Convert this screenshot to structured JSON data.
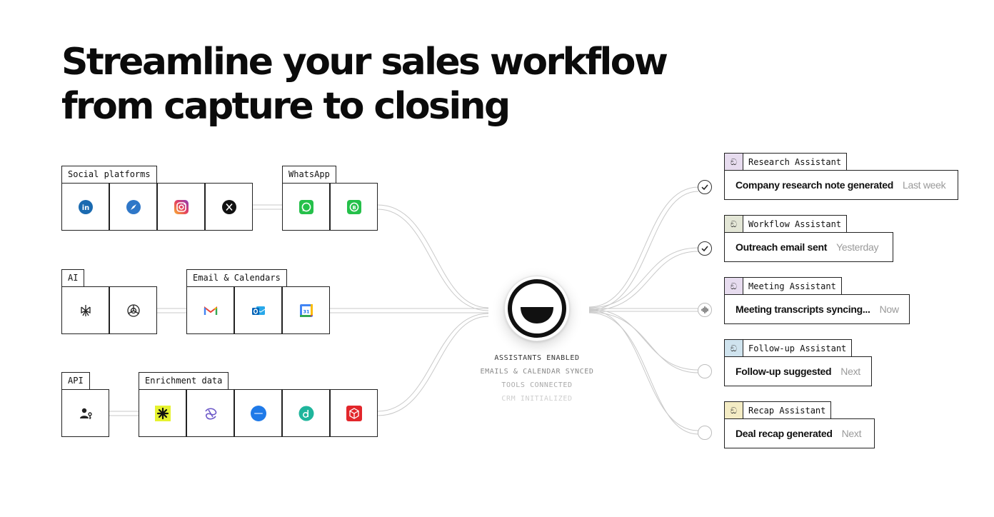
{
  "headline": {
    "line1": "Streamline your sales workflow",
    "line2": "from capture to closing"
  },
  "sources": {
    "social": {
      "label": "Social platforms",
      "icons": [
        "linkedin-icon",
        "safari-compass-icon",
        "instagram-icon",
        "x-icon"
      ]
    },
    "whatsapp": {
      "label": "WhatsApp",
      "icons": [
        "whatsapp-icon",
        "whatsapp-business-icon"
      ]
    },
    "ai": {
      "label": "AI",
      "icons": [
        "perplexity-icon",
        "openai-icon"
      ]
    },
    "email": {
      "label": "Email & Calendars",
      "icons": [
        "gmail-icon",
        "outlook-icon",
        "google-calendar-icon"
      ]
    },
    "api": {
      "label": "API",
      "icons": [
        "user-key-icon"
      ]
    },
    "enrichment": {
      "label": "Enrichment data",
      "icons": [
        "asterisk-logo-icon",
        "knot-logo-icon",
        "blue-circle-logo-icon",
        "teal-d-logo-icon",
        "red-cube-logo-icon"
      ]
    }
  },
  "calendar_day": "31",
  "hub": {
    "status": [
      "ASSISTANTS ENABLED",
      "EMAILS & CALENDAR SYNCED",
      "TOOLS CONNECTED",
      "CRM INITIALIZED"
    ]
  },
  "assistants": [
    {
      "name": "Research Assistant",
      "message": "Company research note generated",
      "when": "Last week",
      "tag_color": "#e7dcef",
      "state": "done"
    },
    {
      "name": "Workflow Assistant",
      "message": "Outreach email sent",
      "when": "Yesterday",
      "tag_color": "#e3e6d6",
      "state": "done"
    },
    {
      "name": "Meeting Assistant",
      "message": "Meeting transcripts syncing...",
      "when": "Now",
      "tag_color": "#e7dcef",
      "state": "active"
    },
    {
      "name": "Follow-up Assistant",
      "message": "Follow-up suggested",
      "when": "Next",
      "tag_color": "#cfe3ee",
      "state": "pending"
    },
    {
      "name": "Recap Assistant",
      "message": "Deal recap generated",
      "when": "Next",
      "tag_color": "#f4ecc4",
      "state": "pending"
    }
  ],
  "assistant_glyph": "ඞ"
}
